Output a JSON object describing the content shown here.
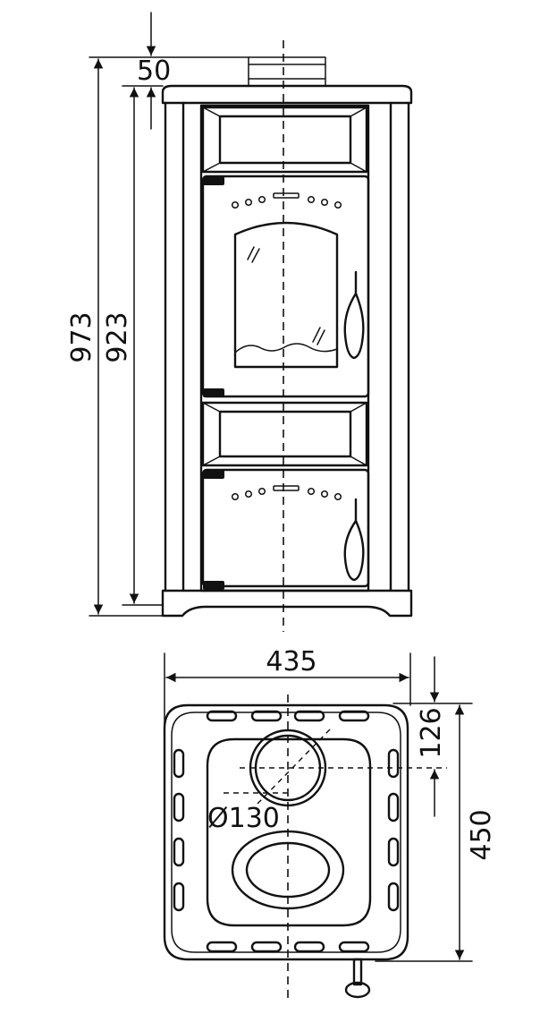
{
  "dimensions": {
    "top_offset": "50",
    "total_height": "973",
    "body_height": "923",
    "width": "435",
    "depth": "450",
    "flue_offset": "126",
    "flue_diameter": "Ø130"
  }
}
